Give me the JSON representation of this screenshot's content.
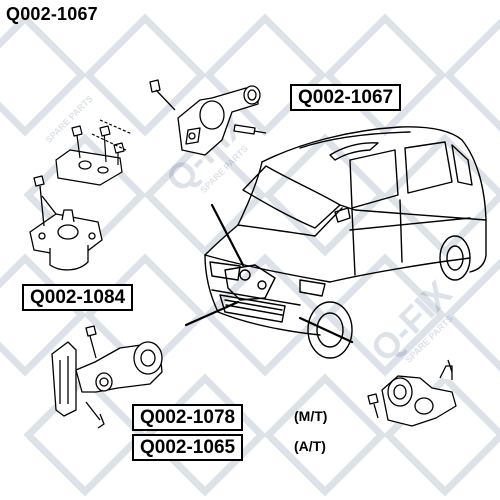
{
  "page": {
    "part_number": "Q002-1067"
  },
  "watermark": {
    "brand": "Q-FIX",
    "tagline": "SPARE PARTS"
  },
  "labels": {
    "top_mount": "Q002-1067",
    "left_mount": "Q002-1084",
    "rear_mount_mt": "Q002-1078",
    "rear_mount_at": "Q002-1065",
    "mt_variant": "(M/T)",
    "at_variant": "(A/T)"
  }
}
